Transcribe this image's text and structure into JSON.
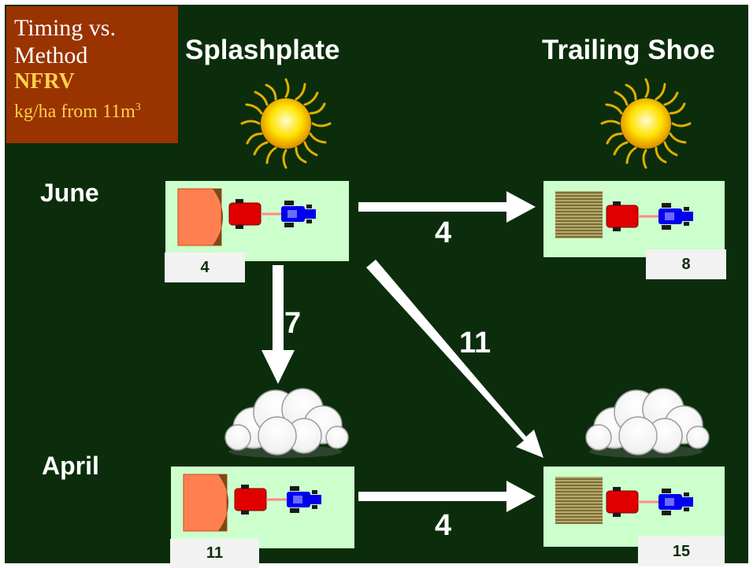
{
  "title": {
    "line1": "Timing vs.",
    "line2": "Method",
    "line3": "NFRV",
    "line4": "kg/ha from 11m",
    "line4_sup": "3"
  },
  "columns": {
    "left": "Splashplate",
    "right": "Trailing Shoe"
  },
  "rows": {
    "top": "June",
    "bottom": "April"
  },
  "values": {
    "june_splashplate": "4",
    "june_trailing_shoe": "8",
    "april_splashplate": "11",
    "april_trailing_shoe": "15"
  },
  "arrows": {
    "june_method_gain": "4",
    "splashplate_timing_gain": "7",
    "combined_gain": "11",
    "april_method_gain": "4"
  },
  "icons": {
    "june": "sun-icon",
    "april": "cloud-icon",
    "splashplate": "splashplate-tanker-icon",
    "trailing_shoe": "trailing-shoe-tanker-icon"
  },
  "colors": {
    "background": "#0b2d0c",
    "title_box": "#993300",
    "title_highlight": "#ffd24a",
    "panel": "#ccffcc",
    "splashplate_fan": "#ff7f50",
    "tanker": "#e00000",
    "tractor": "#0000ee"
  }
}
